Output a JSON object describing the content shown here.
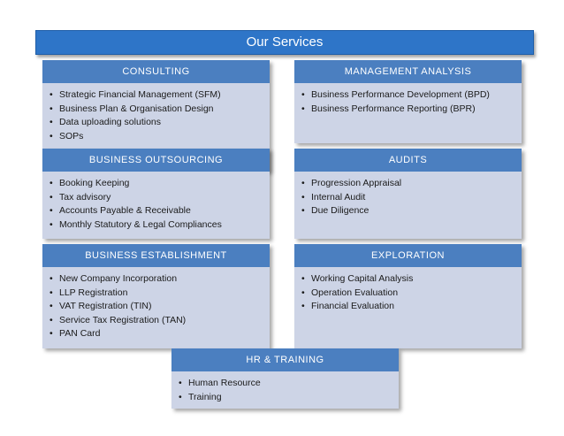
{
  "title": "Our Services",
  "boxes": [
    {
      "header": "CONSULTING",
      "items": [
        "Strategic Financial Management (SFM)",
        "Business Plan & Organisation Design",
        "Data uploading solutions",
        "SOPs"
      ]
    },
    {
      "header": "MANAGEMENT ANALYSIS",
      "items": [
        "Business Performance Development (BPD)",
        "Business Performance Reporting (BPR)"
      ]
    },
    {
      "header": "BUSINESS OUTSOURCING",
      "items": [
        "Booking Keeping",
        "Tax advisory",
        "Accounts Payable & Receivable",
        "Monthly Statutory & Legal Compliances"
      ]
    },
    {
      "header": "AUDITS",
      "items": [
        "Progression Appraisal",
        "Internal Audit",
        "Due Diligence"
      ]
    },
    {
      "header": "BUSINESS ESTABLISHMENT",
      "items": [
        "New Company Incorporation",
        "LLP Registration",
        "VAT Registration (TIN)",
        "Service Tax Registration (TAN)",
        "PAN Card"
      ]
    },
    {
      "header": "EXPLORATION",
      "items": [
        "Working Capital Analysis",
        "Operation Evaluation",
        "Financial Evaluation"
      ]
    },
    {
      "header": "HR & TRAINING",
      "items": [
        "Human Resource",
        "Training"
      ]
    }
  ]
}
